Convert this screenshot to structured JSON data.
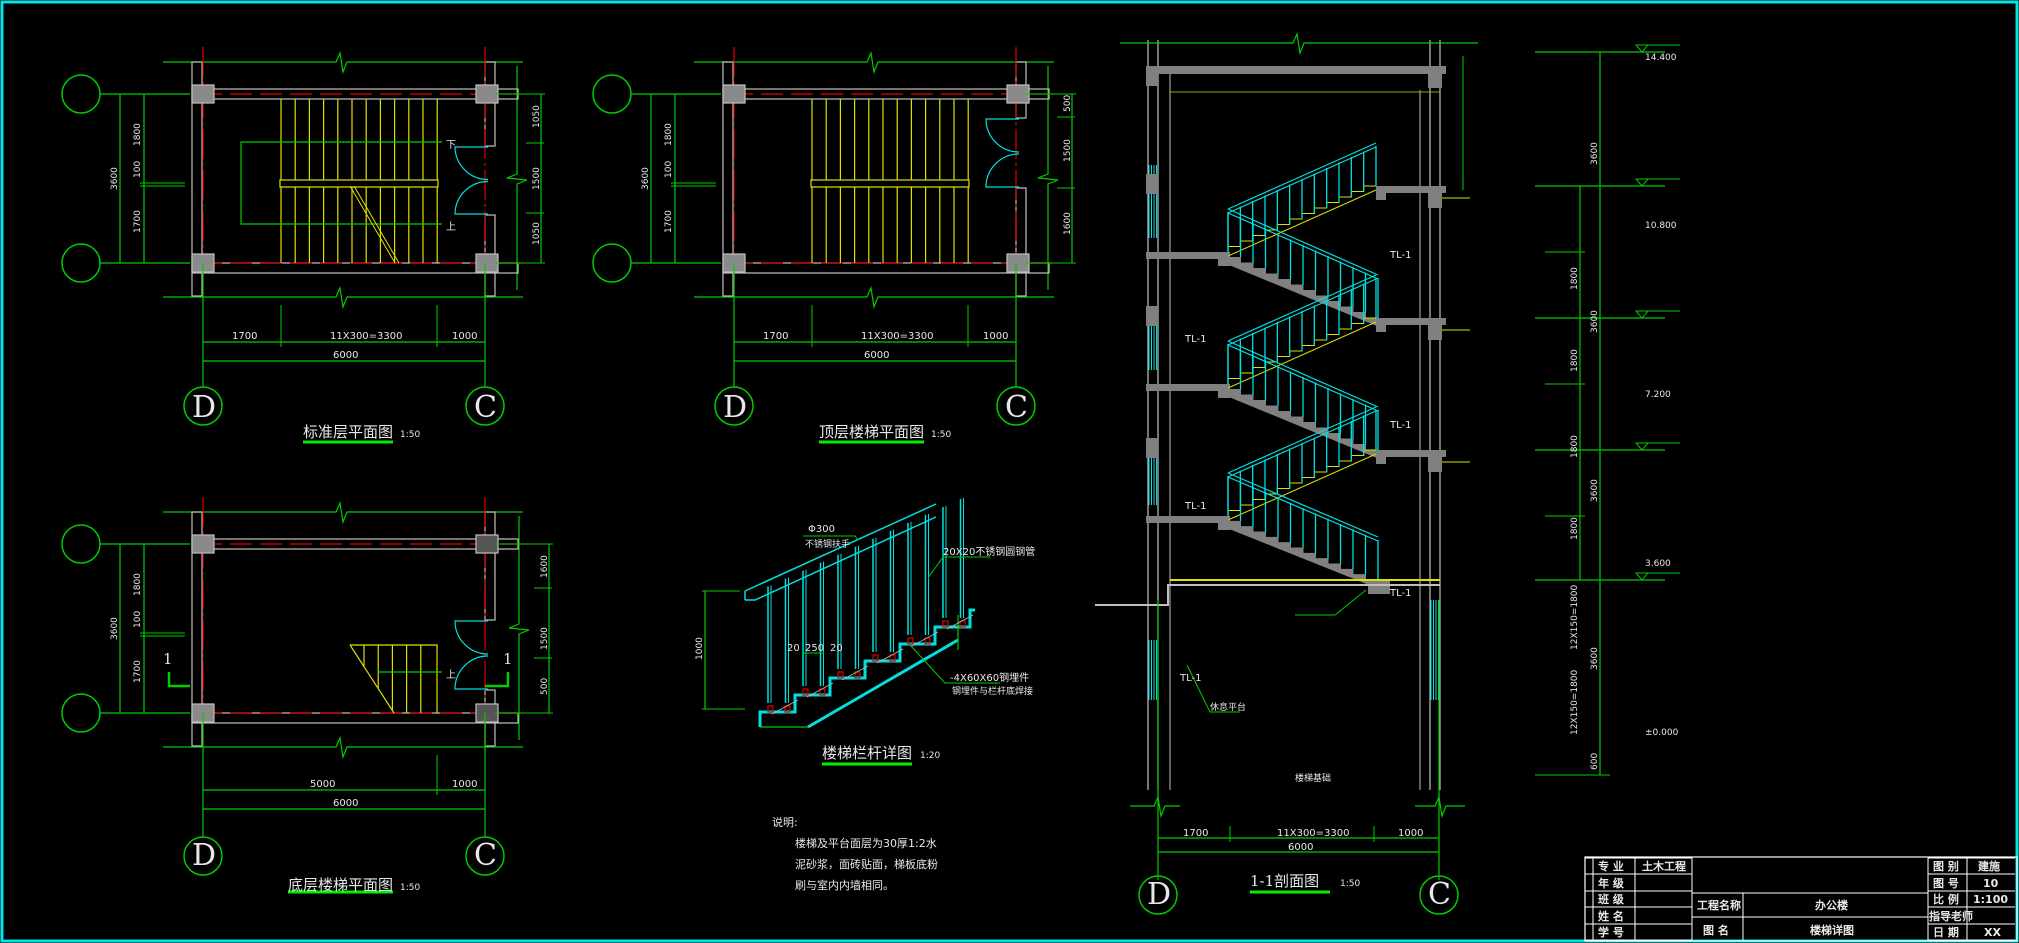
{
  "drawing": {
    "plans": [
      {
        "title": "标准层平面图",
        "scale": "1:50",
        "axis_left": "D",
        "axis_right": "C",
        "dims_bottom": [
          "1700",
          "11X300=3300",
          "1000"
        ],
        "dim_total": "6000",
        "dims_left": {
          "total": "3600",
          "upper": "1800",
          "middle": "100",
          "lower": "1700"
        },
        "dims_right": [
          "1050",
          "1500",
          "1050"
        ],
        "marks": {
          "down": "下",
          "up": "上"
        }
      },
      {
        "title": "顶层楼梯平面图",
        "scale": "1:50",
        "axis_left": "D",
        "axis_right": "C",
        "dims_bottom": [
          "1700",
          "11X300=3300",
          "1000"
        ],
        "dim_total": "6000",
        "dims_left": {
          "total": "3600",
          "upper": "1800",
          "middle": "100",
          "lower": "1700"
        },
        "dims_right": [
          "500",
          "1500",
          "1600"
        ]
      },
      {
        "title": "底层楼梯平面图",
        "scale": "1:50",
        "axis_left": "D",
        "axis_right": "C",
        "dims_bottom": [
          "5000",
          "1000"
        ],
        "dim_total": "6000",
        "dims_left": {
          "total": "3600",
          "upper": "1800",
          "middle": "100",
          "lower": "1700"
        },
        "dims_right": [
          "1600",
          "1500",
          "500"
        ],
        "marks": {
          "up": "上",
          "section": "1"
        }
      }
    ],
    "railing_detail": {
      "title": "楼梯栏杆详图",
      "scale": "1:20",
      "handrail_dim": "Φ300",
      "handrail_note": "不锈钢扶手",
      "baluster_note": "20X20不锈钢圆钢管",
      "embed_note": "-4X60X60钢埋件",
      "embed_note2": "钢埋件与栏杆底焊接",
      "height_dim": "1000",
      "spacing_dims": [
        "20",
        "250",
        "20"
      ]
    },
    "notes": {
      "heading": "说明:",
      "lines": [
        "楼梯及平台面层为30厚1:2水",
        "泥砂浆，面砖贴面，梯板底粉",
        "刷与室内内墙相同。"
      ]
    },
    "section": {
      "title": "1-1剖面图",
      "scale": "1:50",
      "beam_label": "TL-1",
      "landing_label": "休息平台",
      "foundation_label": "楼梯基础",
      "axis_left": "D",
      "axis_right": "C",
      "dims_bottom": [
        "1700",
        "11X300=3300",
        "1000"
      ],
      "dim_total": "6000",
      "elevations": [
        "14.400",
        "10.800",
        "7.200",
        "3.600",
        "±0.000"
      ],
      "floor_dims": [
        "3600",
        "3600",
        "3600",
        "3600",
        "600"
      ],
      "half_dims": [
        "1800",
        "1800",
        "1800",
        "1800",
        "12X150=1800",
        "12X150=1800"
      ]
    },
    "title_block": {
      "major_label": "专  业",
      "major_value": "土木工程",
      "grade_label": "年  级",
      "class_label": "班  级",
      "name_label": "姓  名",
      "id_label": "学  号",
      "project_label": "工程名称",
      "project_value": "办公楼",
      "drawing_label": "图  名",
      "drawing_value": "楼梯详图",
      "category_label": "图 别",
      "category_value": "建施",
      "number_label": "图 号",
      "number_value": "10",
      "scale_label": "比 例",
      "scale_value": "1:100",
      "advisor_label": "指导老师",
      "date_label": "日 期",
      "date_value": "XX"
    },
    "colors": {
      "background": "#000000",
      "frame": "#00e5e5",
      "dim": "#00cc00",
      "wall": "#c0c0c0",
      "stair": "#e0e000",
      "rail": "#00e0e0",
      "axis": "#e00000",
      "concrete": "#808080"
    }
  }
}
